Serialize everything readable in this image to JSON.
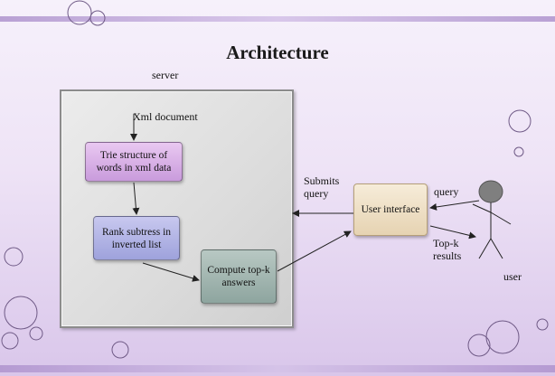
{
  "title": "Architecture",
  "server_label": "server",
  "xml_document": "Xml document",
  "nodes": {
    "trie": "Trie structure of words in xml data",
    "rank": "Rank subtress in inverted list",
    "topk": "Compute top-k answers",
    "user_interface": "User interface"
  },
  "edge_labels": {
    "submits_query": "Submits query",
    "query": "query",
    "topk_results": "Top-k results"
  },
  "user_label": "user",
  "colors": {
    "background_top": "#f6f1fb",
    "background_bottom": "#d9c6ea",
    "trie_fill": "#d4aee6",
    "rank_fill": "#b4b6e6",
    "topk_fill": "#a3b8b2",
    "ui_fill": "#efe1c6",
    "server_panel": "#dcdcdc",
    "user_head": "#7f7f7f"
  }
}
